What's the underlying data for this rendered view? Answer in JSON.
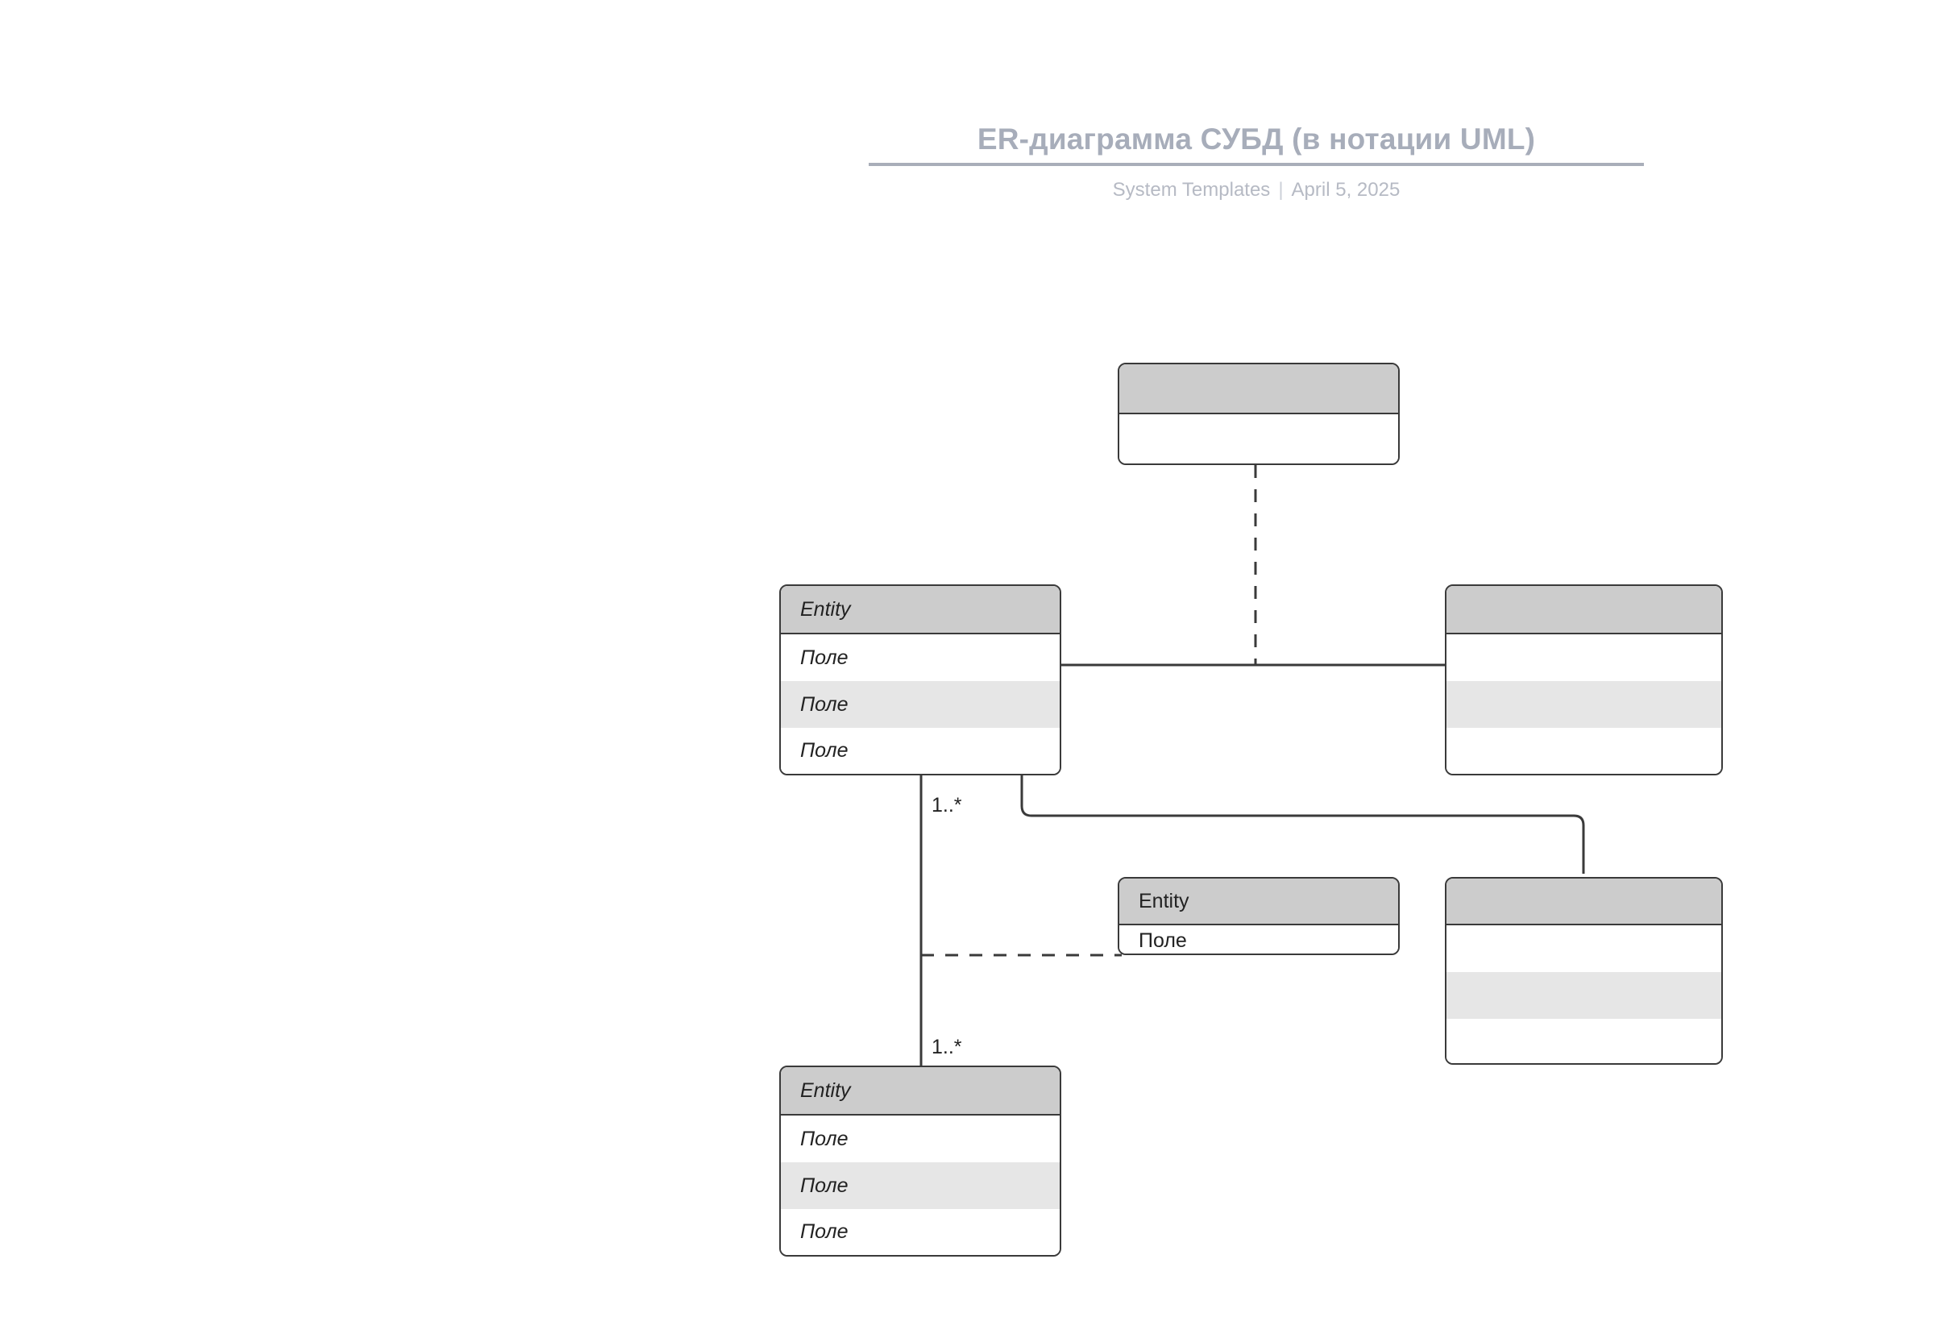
{
  "header": {
    "title": "ER-диаграмма СУБД (в нотации UML)",
    "source": "System Templates",
    "separator": "|",
    "date": "April 5, 2025"
  },
  "diagram": {
    "type": "uml-er-diagram",
    "colors": {
      "header_fill": "#cccccc",
      "row_alt_fill": "#e6e6e6",
      "row_fill": "#ffffff",
      "stroke": "#3a3a3a",
      "title": "#a7adba",
      "subtitle": "#b6bac4"
    },
    "entities": [
      {
        "id": "entity-top",
        "title": "",
        "fields": [
          ""
        ],
        "italic": false
      },
      {
        "id": "entity-left-upper",
        "title": "Entity",
        "fields": [
          "Поле",
          "Поле",
          "Поле"
        ],
        "italic": true
      },
      {
        "id": "entity-right-upper",
        "title": "",
        "fields": [
          "",
          "",
          ""
        ],
        "italic": false
      },
      {
        "id": "entity-middle",
        "title": "Entity",
        "fields": [
          "Поле"
        ],
        "italic": false
      },
      {
        "id": "entity-right-lower",
        "title": "",
        "fields": [
          "",
          "",
          ""
        ],
        "italic": false
      },
      {
        "id": "entity-left-lower",
        "title": "Entity",
        "fields": [
          "Поле",
          "Поле",
          "Поле"
        ],
        "italic": true
      }
    ],
    "multiplicities": [
      {
        "id": "mult-upper",
        "label": "1..*"
      },
      {
        "id": "mult-lower",
        "label": "1..*"
      }
    ]
  }
}
